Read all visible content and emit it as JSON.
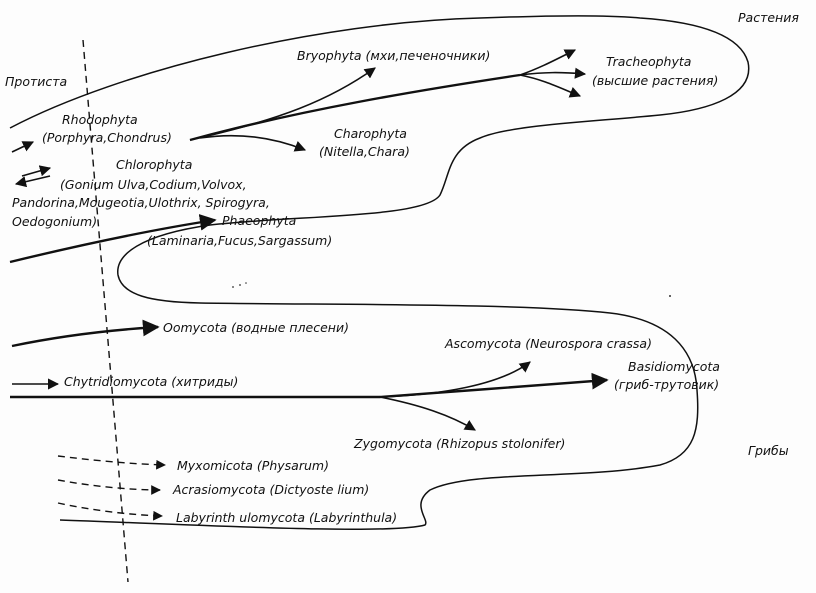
{
  "regions": {
    "plants": "Растения",
    "protists": "Протиста",
    "fungi": "Грибы"
  },
  "taxa": {
    "bryophyta": "Bryophyta (мхи,печеночники)",
    "tracheophyta_1": "Tracheophyta",
    "tracheophyta_2": "(высшие растения)",
    "rhodophyta_1": "Rhodophyta",
    "rhodophyta_2": "(Porphyra,Chondrus)",
    "charophyta_1": "Charophyta",
    "charophyta_2": "(Nitella,Chara)",
    "chlorophyta_1": "Chlorophyta",
    "chlorophyta_2": "(Gonium Ulva,Codium,Volvox,",
    "chlorophyta_3": "Pandorina,Mougeotia,Ulothrix, Spirogyra,",
    "chlorophyta_4": "Oedogonium)",
    "phaeophyta_1": "Phaeophyta",
    "phaeophyta_2": "(Laminaria,Fucus,Sargassum)",
    "oomycota": "Oomycota (водные плесени)",
    "ascomycota": "Ascomycota (Neurospora crassa)",
    "chytridiomycota": "Chytridiomycota (хитриды)",
    "basidiomycota_1": "Basidiomycota",
    "basidiomycota_2": "(гриб-трутовик)",
    "zygomycota": "Zygomycota (Rhizopus stolonifer)",
    "myxomicota": "Myxomicota (Physarum)",
    "acrasiomycota": "Acrasiomycota (Dictyoste lium)",
    "labyrinthulomycota": "Labyrinth ulomycota (Labyrinthula)"
  },
  "colors": {
    "ink": "#111111",
    "paper": "#fdfdfd"
  }
}
